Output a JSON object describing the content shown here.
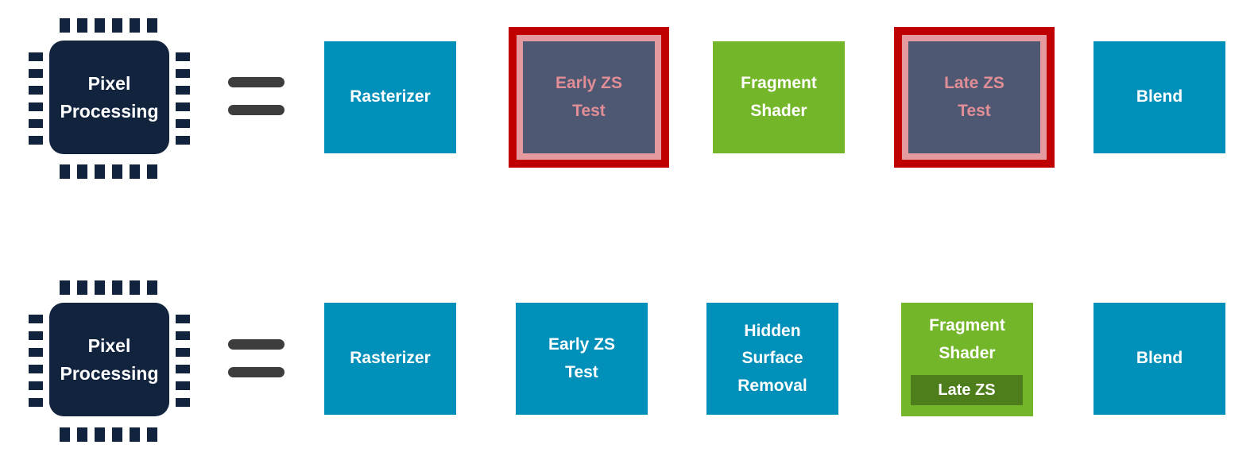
{
  "colors": {
    "box_blue": "#0090ba",
    "box_green": "#74b62a",
    "badge_green": "#4e7d1c",
    "zs_fill": "#4f5872",
    "zs_red": "#c00000",
    "zs_pink": "#e59aa0",
    "zs_text": "#e18e97",
    "chip_navy": "#12233e",
    "equals_gray": "#3d3d3d",
    "text_white": "#ffffff",
    "bg": "#ffffff"
  },
  "icons": {
    "chip": "processor-chip-icon",
    "equals": "equals-icon"
  },
  "row1": {
    "chip_label": "Pixel\nProcessing",
    "stages": {
      "rasterizer": "Rasterizer",
      "early_zs": "Early ZS\nTest",
      "fragment_shader": "Fragment\nShader",
      "late_zs": "Late ZS\nTest",
      "blend": "Blend"
    }
  },
  "row2": {
    "chip_label": "Pixel\nProcessing",
    "stages": {
      "rasterizer": "Rasterizer",
      "early_zs": "Early ZS\nTest",
      "hidden_surface_removal": "Hidden\nSurface\nRemoval",
      "fragment_shader": "Fragment\nShader",
      "late_zs_badge": "Late ZS",
      "blend": "Blend"
    }
  }
}
